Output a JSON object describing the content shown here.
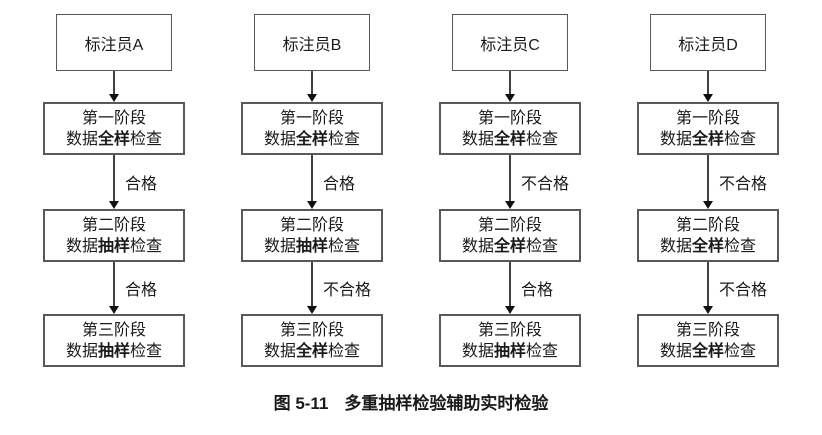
{
  "caption": {
    "label": "图 5-11",
    "text": "多重抽样检验辅助实时检验"
  },
  "columns": [
    {
      "annotator": "标注员A",
      "stages": [
        {
          "line1": "第一阶段",
          "pre": "数据",
          "em": "全样",
          "post": "检查"
        },
        {
          "line1": "第二阶段",
          "pre": "数据",
          "em": "抽样",
          "post": "检查"
        },
        {
          "line1": "第三阶段",
          "pre": "数据",
          "em": "抽样",
          "post": "检查"
        }
      ],
      "arrows": [
        "合格",
        "合格"
      ]
    },
    {
      "annotator": "标注员B",
      "stages": [
        {
          "line1": "第一阶段",
          "pre": "数据",
          "em": "全样",
          "post": "检查"
        },
        {
          "line1": "第二阶段",
          "pre": "数据",
          "em": "抽样",
          "post": "检查"
        },
        {
          "line1": "第三阶段",
          "pre": "数据",
          "em": "全样",
          "post": "检查"
        }
      ],
      "arrows": [
        "合格",
        "不合格"
      ]
    },
    {
      "annotator": "标注员C",
      "stages": [
        {
          "line1": "第一阶段",
          "pre": "数据",
          "em": "全样",
          "post": "检查"
        },
        {
          "line1": "第二阶段",
          "pre": "数据",
          "em": "全样",
          "post": "检查"
        },
        {
          "line1": "第三阶段",
          "pre": "数据",
          "em": "抽样",
          "post": "检查"
        }
      ],
      "arrows": [
        "不合格",
        "合格"
      ]
    },
    {
      "annotator": "标注员D",
      "stages": [
        {
          "line1": "第一阶段",
          "pre": "数据",
          "em": "全样",
          "post": "检查"
        },
        {
          "line1": "第二阶段",
          "pre": "数据",
          "em": "全样",
          "post": "检查"
        },
        {
          "line1": "第三阶段",
          "pre": "数据",
          "em": "全样",
          "post": "检查"
        }
      ],
      "arrows": [
        "不合格",
        "不合格"
      ]
    }
  ],
  "colors": {
    "box_border": "#595959",
    "arrow_line": "#404040",
    "arrowhead": "#111111",
    "text": "#1a1a1a",
    "background": "#ffffff"
  }
}
